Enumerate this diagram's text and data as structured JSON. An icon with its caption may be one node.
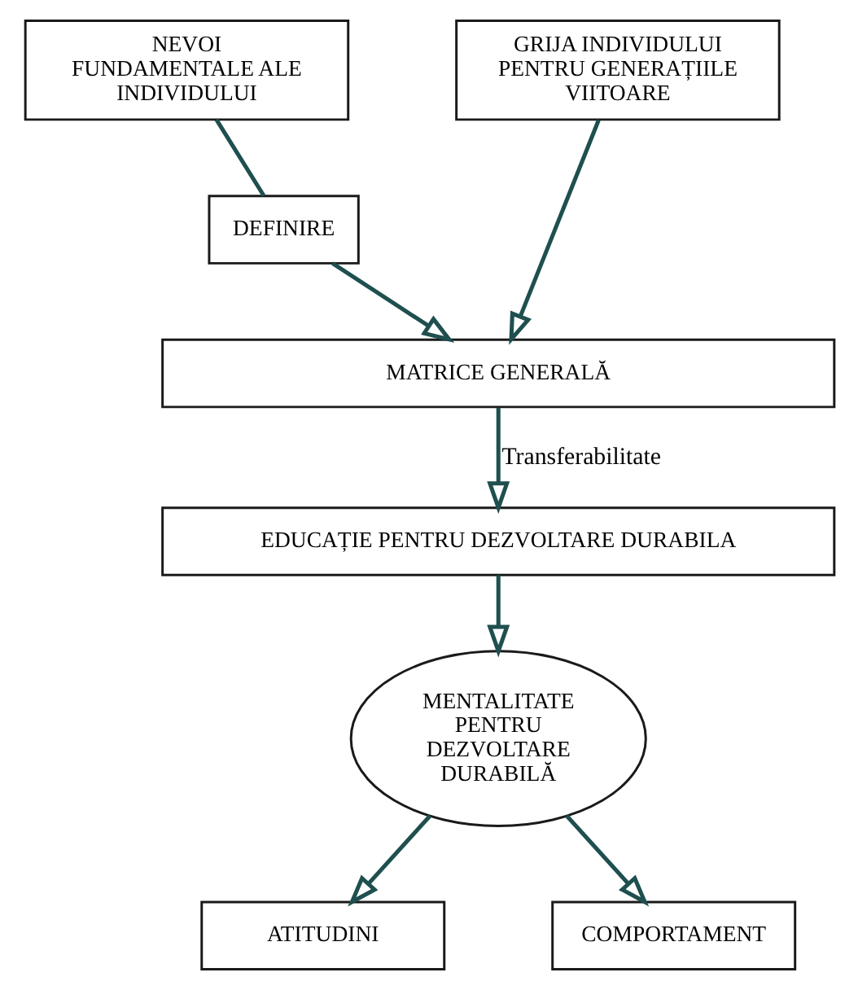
{
  "diagram": {
    "nodes": [
      {
        "text": [
          "NEVOI FUNDAMENTALE ALE INDIVIDULUI"
        ]
      },
      {
        "text": [
          "DEFINIRE"
        ]
      },
      {
        "text": [
          "GRIJA INDIVIDULUI PENTRU GENERAȚIILE VIITOARE"
        ]
      },
      {
        "text": [
          "MATRICE GENERALĂ"
        ]
      },
      {
        "text": [
          "EDUCAȚIE PENTRU DEZVOLTARE DURABILA"
        ]
      },
      {
        "text": [
          "MENTALITATE PENTRU DEZVOLTARE DURABILĂ"
        ]
      },
      {
        "text": [
          "ATITUDINI"
        ]
      },
      {
        "text": [
          "COMPORTAMENT"
        ]
      }
    ],
    "edges": [
      {
        "from": 0,
        "to": 1,
        "arrow": "none"
      },
      {
        "from": 1,
        "to": 3,
        "arrow": "to"
      },
      {
        "from": 2,
        "to": 3,
        "arrow": "to"
      },
      {
        "from": 3,
        "to": 4,
        "arrow": "to",
        "label": "Transferabilitate"
      },
      {
        "from": 4,
        "to": 5,
        "arrow": "to"
      },
      {
        "from": 5,
        "to": 6,
        "arrow": "to"
      },
      {
        "from": 5,
        "to": 7,
        "arrow": "to"
      }
    ]
  }
}
